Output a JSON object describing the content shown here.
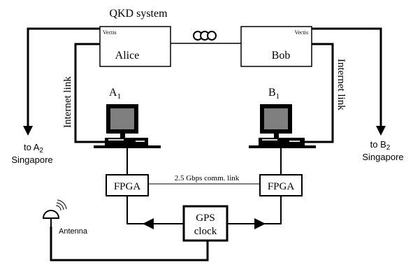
{
  "title": "QKD system",
  "alice": {
    "label": "Alice",
    "brand": "Vectis"
  },
  "bob": {
    "label": "Bob",
    "brand": "Vectis"
  },
  "computer_a": {
    "label": "A",
    "sub": "1"
  },
  "computer_b": {
    "label": "B",
    "sub": "1"
  },
  "internet_link_left": "Internet link",
  "internet_link_right": "Internet link",
  "dest_left": {
    "prefix": "to A",
    "sub": "2",
    "place": "Singapore"
  },
  "dest_right": {
    "prefix": "to B",
    "sub": "2",
    "place": "Singapore"
  },
  "fpga_left": "FPGA",
  "fpga_right": "FPGA",
  "comm_link": "2.5 Gbps comm. link",
  "gps": {
    "line1": "GPS",
    "line2": "clock"
  },
  "antenna": "Antenna",
  "colors": {
    "line": "#000000",
    "screen": "#7f7f7f",
    "monitor_base": "#d9d9d9"
  }
}
